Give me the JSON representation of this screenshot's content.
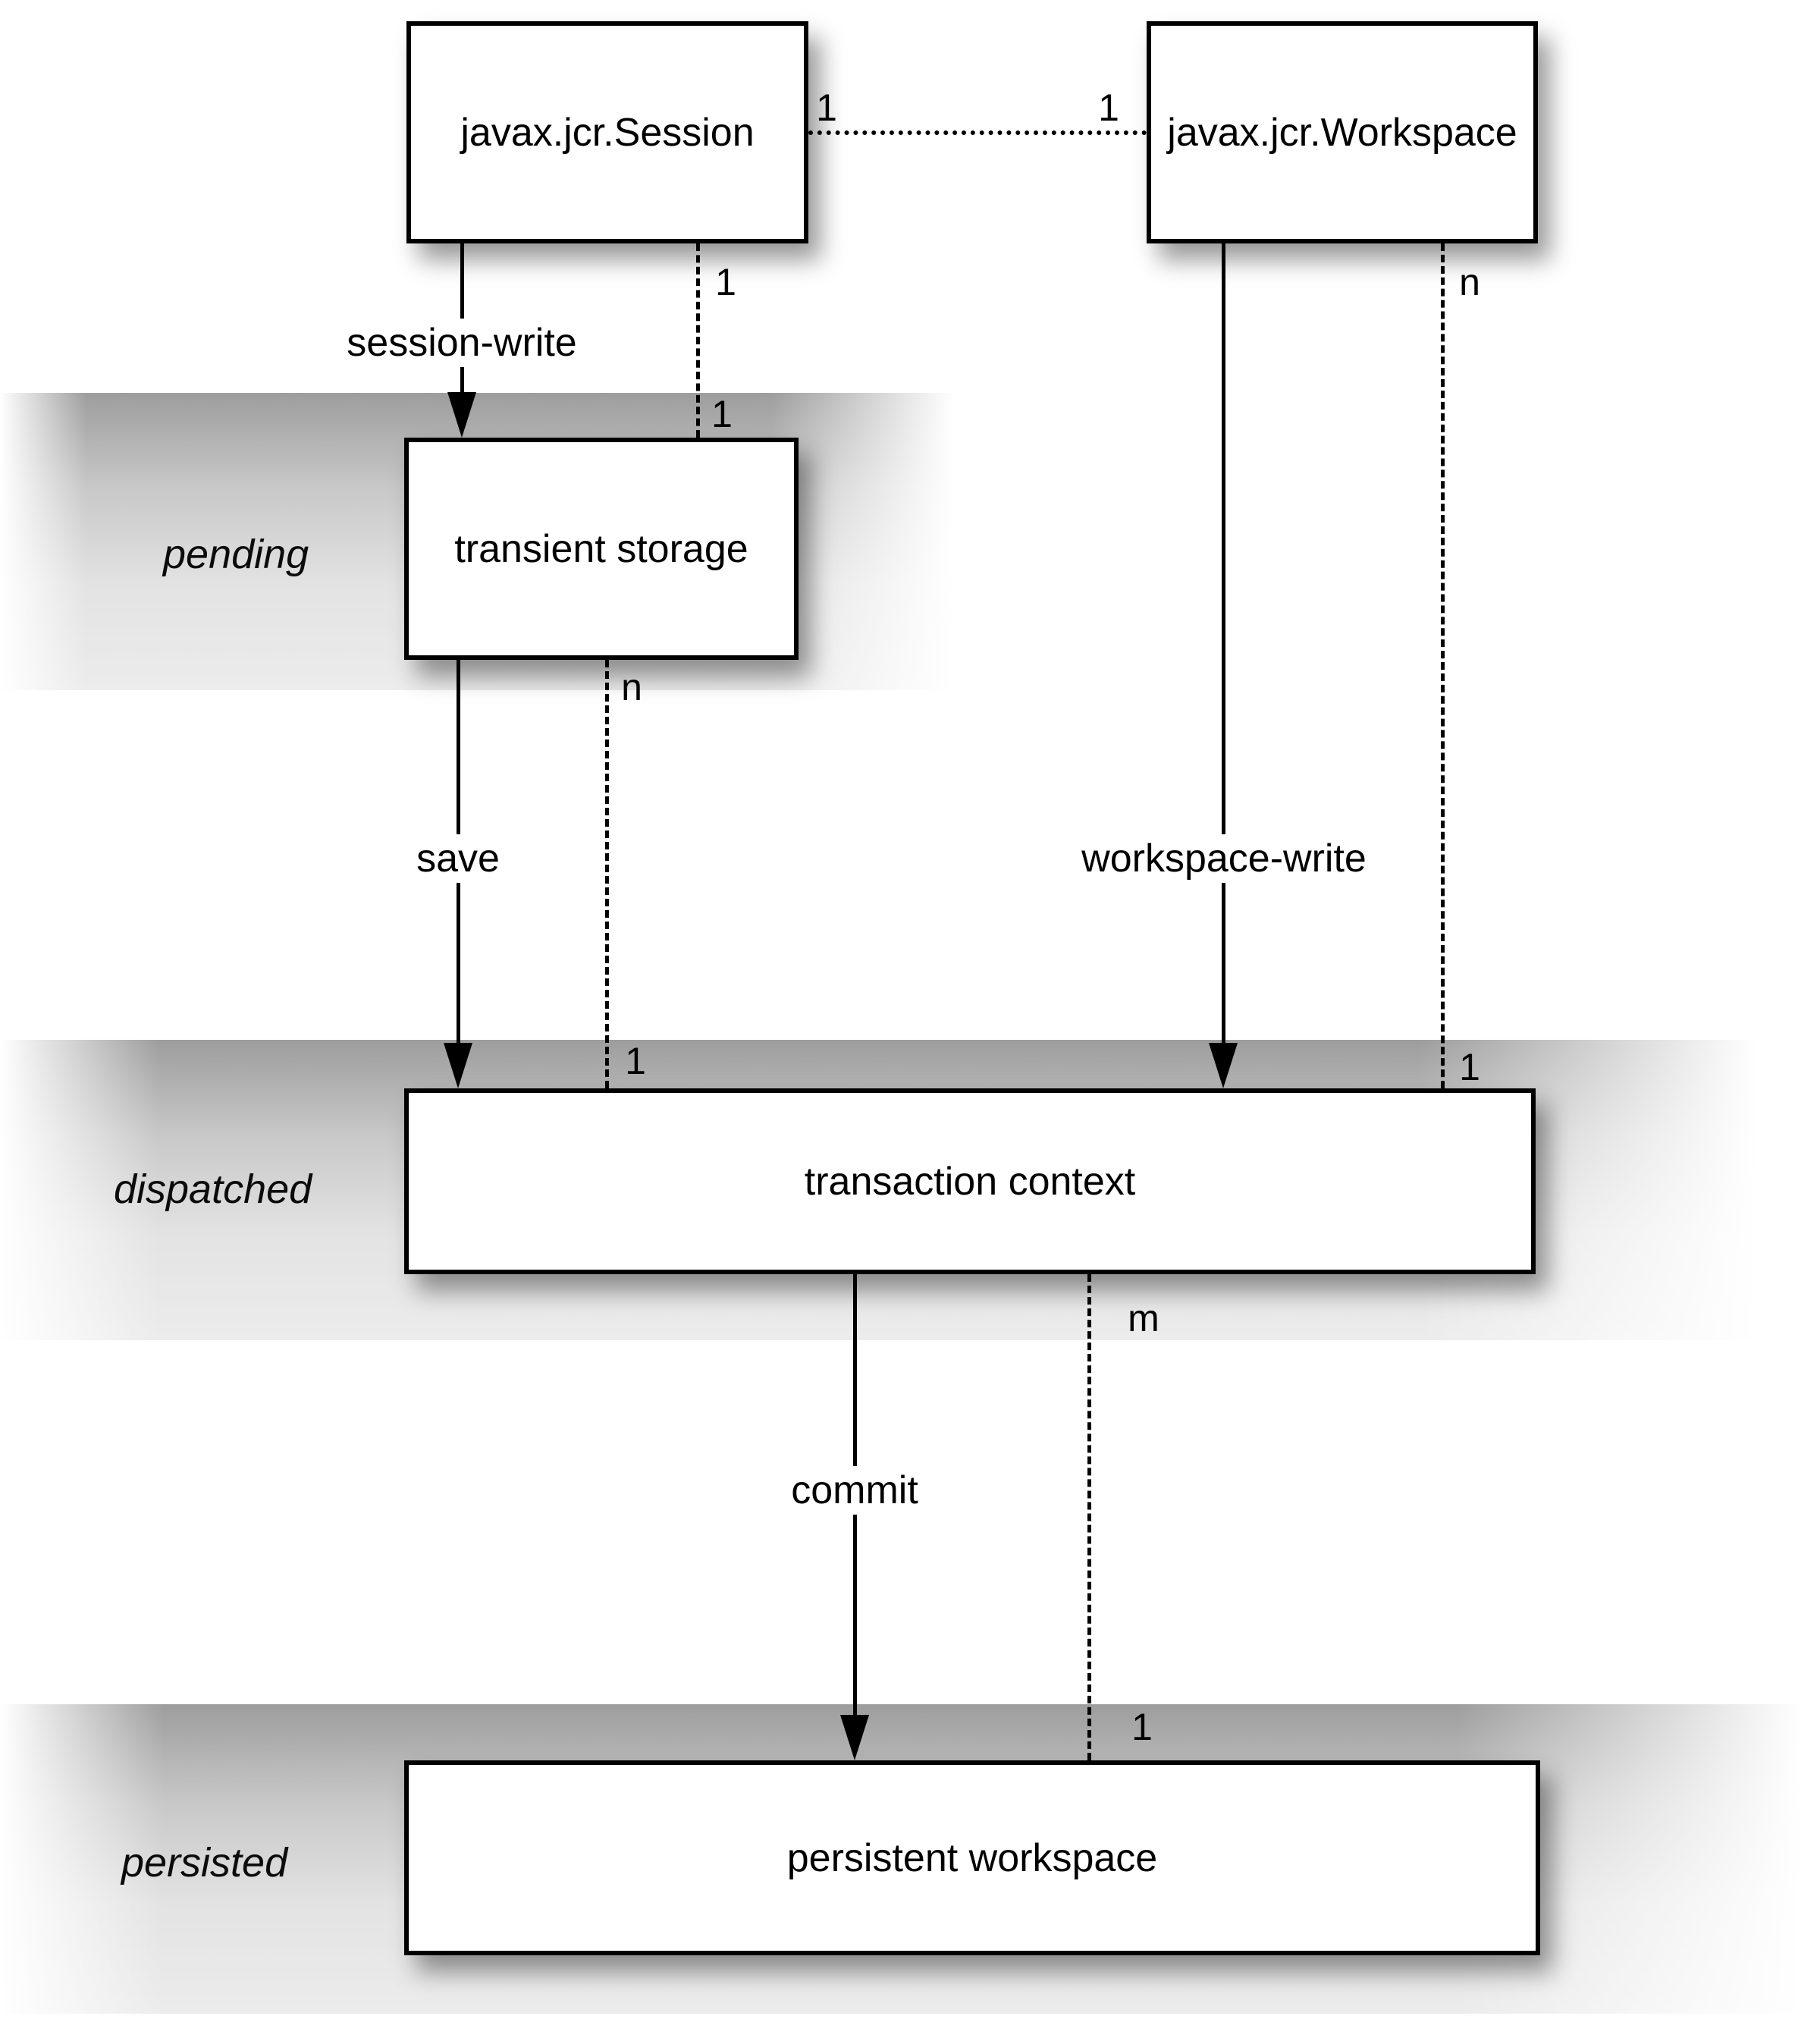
{
  "diagram": {
    "nodes": {
      "session": {
        "label": "javax.jcr.Session"
      },
      "workspace": {
        "label": "javax.jcr.Workspace"
      },
      "transient": {
        "label": "transient storage"
      },
      "transaction": {
        "label": "transaction context"
      },
      "persistent": {
        "label": "persistent workspace"
      }
    },
    "bands": {
      "pending": {
        "label": "pending"
      },
      "dispatched": {
        "label": "dispatched"
      },
      "persisted": {
        "label": "persisted"
      }
    },
    "edges": {
      "session_write": {
        "label": "session-write"
      },
      "save": {
        "label": "save"
      },
      "workspace_write": {
        "label": "workspace-write"
      },
      "commit": {
        "label": "commit"
      }
    },
    "associations": {
      "session_workspace": {
        "session_mult": "1",
        "workspace_mult": "1"
      },
      "session_transient": {
        "session_mult": "1",
        "transient_mult": "1"
      },
      "transient_transaction": {
        "transient_mult": "n",
        "transaction_mult": "1"
      },
      "workspace_transaction": {
        "workspace_mult": "n",
        "transaction_mult": "1"
      },
      "transaction_persistent": {
        "transaction_mult": "m",
        "persistent_mult": "1"
      }
    }
  },
  "colors": {
    "line": "#000000",
    "box_fill": "#ffffff",
    "band_gradient_top": "#9d9d9d",
    "band_gradient_bottom": "#ececec",
    "background": "#ffffff"
  }
}
